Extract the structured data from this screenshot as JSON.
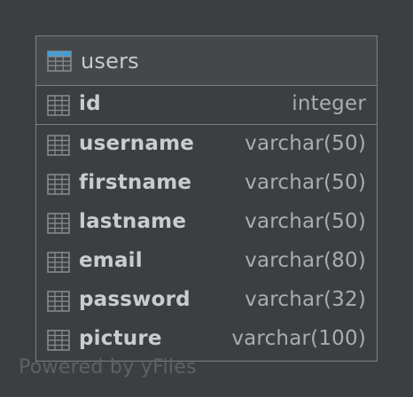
{
  "table": {
    "name": "users",
    "icon": "table-icon",
    "primary_key": {
      "name": "id",
      "type": "integer",
      "icon": "column-icon"
    },
    "columns": [
      {
        "name": "username",
        "type": "varchar(50)",
        "icon": "column-icon"
      },
      {
        "name": "firstname",
        "type": "varchar(50)",
        "icon": "column-icon"
      },
      {
        "name": "lastname",
        "type": "varchar(50)",
        "icon": "column-icon"
      },
      {
        "name": "email",
        "type": "varchar(80)",
        "icon": "column-icon"
      },
      {
        "name": "password",
        "type": "varchar(32)",
        "icon": "column-icon"
      },
      {
        "name": "picture",
        "type": "varchar(100)",
        "icon": "column-icon"
      }
    ]
  },
  "watermark": "Powered by yFiles",
  "colors": {
    "background": "#3c3f41",
    "border": "#7e8183",
    "header": "#45484a",
    "table_icon_accent": "#3f9fd8",
    "column_icon": "#8a8e92",
    "name_text": "#c9cdd1",
    "type_text": "#a9adb1"
  }
}
